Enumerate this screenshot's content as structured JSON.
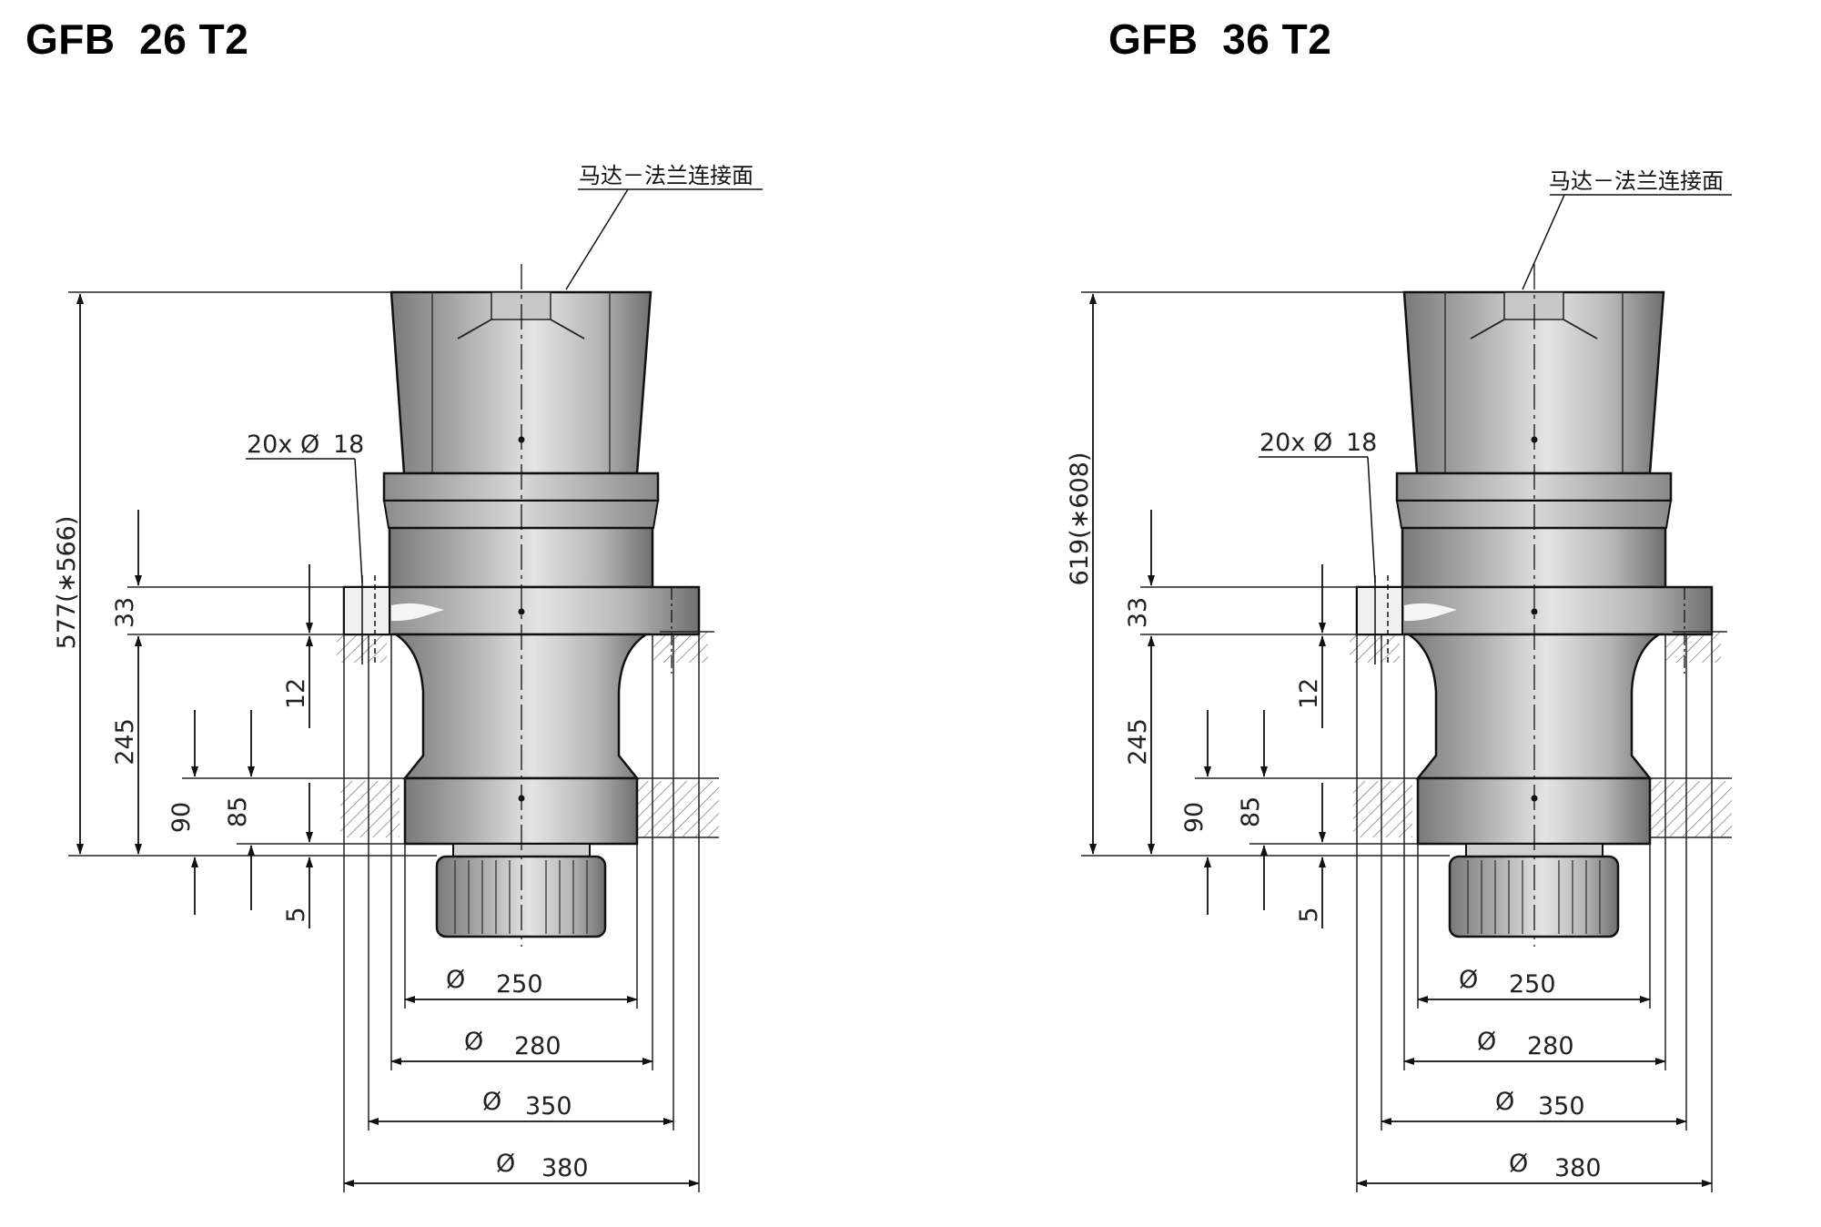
{
  "drawings": [
    {
      "title": "GFB  26 T2",
      "note": "马达－法兰连接面",
      "bolt_holes": "20x",
      "bolt_dia": "18",
      "overall_height": "577(∗566)",
      "dims_vertical": {
        "flange": "33",
        "offset": "12",
        "mid": "245",
        "a": "90",
        "b": "85",
        "c": "5"
      },
      "diameters": [
        "250",
        "280",
        "350",
        "380"
      ]
    },
    {
      "title": "GFB  36 T2",
      "note": "马达－法兰连接面",
      "bolt_holes": "20x",
      "bolt_dia": "18",
      "overall_height": "619(∗608)",
      "dims_vertical": {
        "flange": "33",
        "offset": "12",
        "mid": "245",
        "a": "90",
        "b": "85",
        "c": "5"
      },
      "diameters": [
        "250",
        "280",
        "350",
        "380"
      ]
    }
  ],
  "colors": {
    "ink": "#1a1a1a",
    "metal_dark": "#6e6e6e",
    "metal_light": "#e2e2e2"
  },
  "symbols": {
    "diameter": "Ø"
  }
}
